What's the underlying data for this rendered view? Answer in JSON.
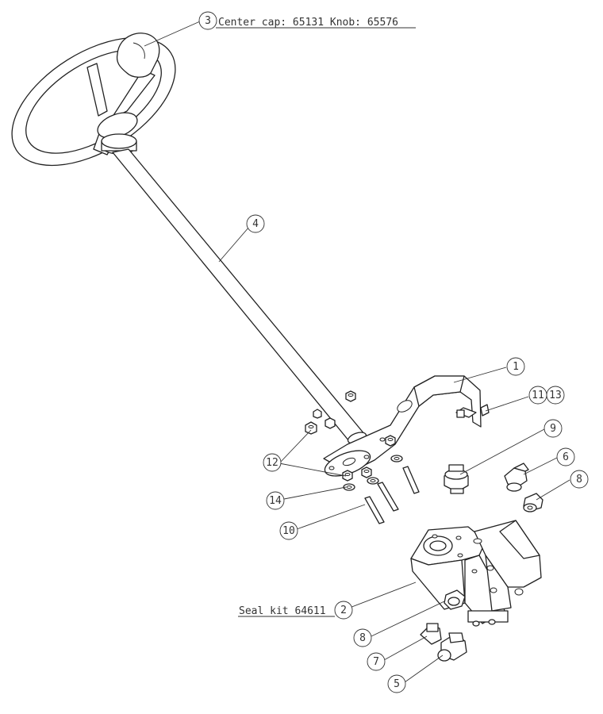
{
  "callouts": [
    {
      "id": "3",
      "text": "Center cap: 65131 Knob: 65576"
    },
    {
      "id": "2",
      "text": "Seal kit 64611"
    }
  ],
  "balloons": [
    "1",
    "2",
    "3",
    "4",
    "5",
    "6",
    "7",
    "8",
    "8",
    "9",
    "10",
    "11",
    "12",
    "13",
    "14"
  ]
}
